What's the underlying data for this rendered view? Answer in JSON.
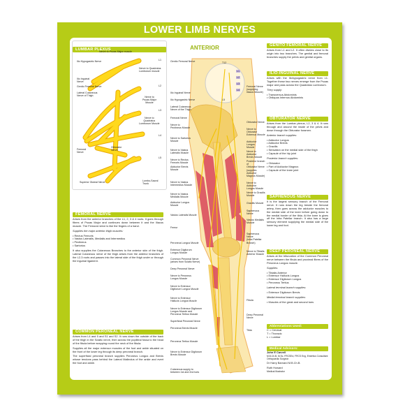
{
  "title": "LOWER LIMB NERVES",
  "view_label": "ANTERIOR",
  "colors": {
    "accent": "#b6cc17",
    "nerve": "#f6d21a",
    "muscle": "#d9475a",
    "bone": "#f5dc8a"
  },
  "lumbar_plexus": {
    "heading": "LUMBAR PLEXUS",
    "labels": [
      "Nerve to Psoas Major muscle",
      "Ilio Hypogastric Nerve",
      "Nerve to Quadratus\nLumborum muscle",
      "Ilio Inguinal\nNerve",
      "Genito Femoral Nerve",
      "Lateral Cutaneous\nNerve of Thigh",
      "Nerve to\nPsoas Major\nMuscle",
      "Nerve to\nQuadratus\nLumborum Muscle",
      "Femoral\nNerve",
      "Obturator\nNerve",
      "Superior Gluteal Nerve",
      "Lumbo-Sacral\nTrunk",
      "L1",
      "L2",
      "L3",
      "L4",
      "L5"
    ]
  },
  "femoral_nerve": {
    "heading": "FEMORAL NERVE",
    "intro": "Arises from the anterior branches of the L1, 2, 3 & 4 roots. It goes through fibres of Psoas Major and continues down between it and the Iliacus muscle. The Femoral nerve is like the fingers of a hand.",
    "supplies_label": "Supplies the major anterior thigh muscles:",
    "items": [
      "Rectus Femoris",
      "Vastus Lateralis, Medialis and Intermedius",
      "Pectineus",
      "Sartorius"
    ],
    "outro": "It also supplies the Cutaneous Branches to the anterior skin of the thigh. Lateral Cutaneous nerve of the thigh arises from the anterior branches of the L2-3 roots and passes into the lateral side of the thigh under or through the inguinal ligament."
  },
  "common_peroneal_nerve": {
    "heading": "COMMON PERONEAL NERVE",
    "p1": "Arises from L4 and 5 and S1 and S2. It runs down the outside of the back of the thigh in the Sciatic nerve, then across the popliteal fossa to the head of the fibula before wrapping round the neck of the fibula.",
    "p2": "Supplies all the major extensor muscles of the foot and ankle situated on the front of the lower leg through its deep peroneal branch.",
    "p3": "The superficial peroneal branch supplies Peroneus Longus and Brevis whose tendons pass behind the Lateral Malleolus of the ankle and evert the foot and ankle."
  },
  "genito_femoral_nerve": {
    "heading": "GENITO FEMORAL NERVE",
    "text": "Arises from L1 and L2. It often divides close to its origin into two branches. The genital and femoral branches supply the pelvis and genital organs."
  },
  "ilio_inguinal_nerve": {
    "heading": "ILIO-INGUINAL NERVE",
    "text": "Arises with the Iliohypogastric nerve from L1. Together these two nerves emerge from the Psoas major and pass across the Quadratus Lumborum.",
    "supplies_label": "They supply:",
    "items": [
      "Transversus Abdominis",
      "Obliquus Internus Abdominis"
    ]
  },
  "obturator_nerve": {
    "heading": "OBTURATOR NERVE",
    "text": "Arises from the Lumbar plexus, L2, 3 & 4. It runs through and around the inside of the pelvis and down through the Obturator foramen.",
    "anterior_label": "Anterior branch supplies:",
    "anterior_items": [
      "Adductor Longus",
      "Adductor Brevis",
      "Gracilis",
      "Sensation on the medial side of the thigh",
      "Capsule of the hip joint"
    ],
    "posterior_label": "Posterior branch supplies:",
    "posterior_items": [
      "Obturator",
      "Part of Adductor Magnus",
      "Capsule of the knee joint"
    ]
  },
  "saphenous_nerve": {
    "heading": "SAPHENOUS NERVE",
    "text": "It is the largest sensory branch of the Femoral nerve. It runs down the leg beside the femoral artery, then goes across the adductor muscles to the medial side of the knee before going down to the medial border of the tibia. At the knee is gives off the Infra Patellar branch. It also has a large sensory element supplying the medial side of the lower leg and foot."
  },
  "deep_peroneal_nerve": {
    "heading": "DEEP PERONEAL NERVE",
    "text": "Arises at the bifurcation of the Common Peroneal nerve between the fibula and proximal fibres of the Peroneus Longus muscle.",
    "supplies_label": "Supplies:",
    "items": [
      "Tibialis Anterior",
      "Extensor Hallucis Longus",
      "Extensor Digitorum Longus",
      "Peroneus Tertius"
    ],
    "lateral_label": "Lateral terminal branch supplies:",
    "lateral_items": [
      "Extensor Digitorum Brevis"
    ],
    "medial_label": "Medial terminal branch supplies:",
    "medial_items": [
      "Muscles of the great and second toes"
    ]
  },
  "abbreviations": {
    "heading": "Abbreviations Used:",
    "items": [
      "C = Cervical",
      "T = Thoracic",
      "L = Lumbar"
    ]
  },
  "medical_advisors": {
    "heading": "Medical Advisors:",
    "advisor1_name": "John E Carvell",
    "advisor1_credentials": "M.B.Ch.B, M.Sc, FRCSEd, FRCS Eng, Emeritus Consultant Orthopaedic Surgeon",
    "advisor2_name": "Dr Harry Barnard M.B.Ch.B.",
    "advisor3_name": "Ruth Howard",
    "advisor3_role": "Medical Illustrator"
  },
  "diagram_labels_left": [
    "Genito Femoral Nerve",
    "Ilio Inguinal Nerve",
    "Ilio Hypogastric Nerve",
    "Lateral Cutaneous\nNerve of the Thigh",
    "Femoral Nerve",
    "Nerve to\nPectineus Muscle",
    "Nerve to Sartorius\nMuscle",
    "Nerve to Vastus\nLateralis Muscle",
    "Nerve to Rectus\nFemoris Muscle",
    "Adductor Brevis\nMuscle",
    "Nerve to Vastus\nIntermedius Muscle",
    "Nerve to Vastus\nMedialis Muscle",
    "Adductor Longus\nMuscle",
    "Vastus Lateralis Muscle",
    "Femur",
    "Peroneus Longus Muscle",
    "Extensor Digitorum\nLongus Muscle",
    "Common Peroneal Nerve\n(arises from Sciatic Nerve)",
    "Deep Peroneal Nerve",
    "Nerve to Peroneus\nLongus Muscle",
    "Nerve to Extensor\nDigitorum Longus Muscle",
    "Nerve to Extensor\nHallucis Longus Muscle",
    "Nerve to Extensor Digitorum\nLongus Muscle and\nPeroneus Tertius Muscle",
    "Superficial Peroneal Nerve",
    "Peroneus Brevis Muscle",
    "Peroneus Tertius Muscle",
    "Nerve to Extensor Digitorum\nBrevis Muscle",
    "Cutaneous supply to\nbetween 1st and 2nd toes"
  ],
  "diagram_labels_right": [
    "T12",
    "Femoral Nerve\n(supplying\nIliacus Muscle)",
    "L5",
    "Obturator Nerve",
    "Nerve to Obturator\nExternus Muscle",
    "Adductor Longus\nMuscle",
    "Nerve to Adductor\nBrevis Muscle",
    "Posterior branch of\nObturator Nerve\n(supplies Adductor\nMagnus Muscle)",
    "Nerve to Adductor\nLongus Muscle",
    "Nerve to Gracilis\nMuscle",
    "Gracilis Muscle",
    "Saphenous Nerve",
    "Vastus Medialis Muscle",
    "Saphenous Nerve\n(Infra Patellar Branch)",
    "Nerve to Tibialis\nAnterior Muscle",
    "Fibula",
    "Deep Peroneal Nerve",
    "Tibia"
  ],
  "spine_levels": [
    "L1",
    "L2",
    "L3",
    "L4"
  ]
}
